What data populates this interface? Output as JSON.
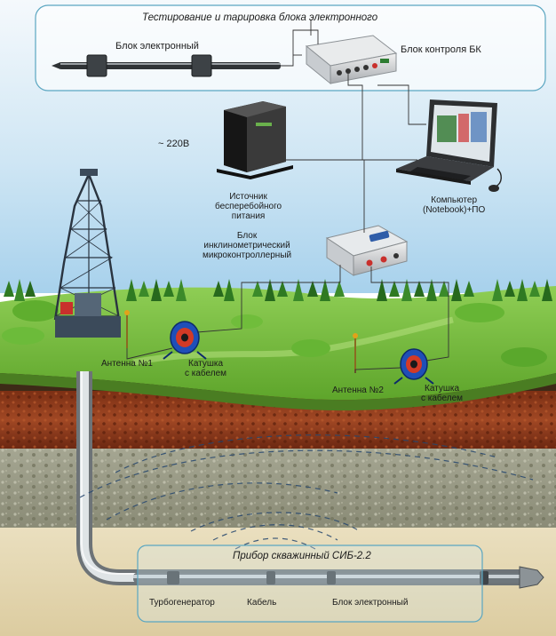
{
  "diagram": {
    "title_test": "Тестирование и тарировка блока электронного",
    "electronic_block": "Блок электронный",
    "bk_control_block": "Блок контроля БК",
    "voltage": "~ 220В",
    "ups_label": "Источник\nбесперебойного\nпитания",
    "computer_label": "Компьютер\n(Notebook)+ПО",
    "microcontroller_label": "Блок\nинклинометрический\nмикроконтроллерный",
    "antenna1": "Антенна №1",
    "coil1": "Катушка\nс кабелем",
    "antenna2": "Антенна №2",
    "coil2": "Катушка\nс кабелем",
    "downhole_title": "Прибор скважинный СИБ-2.2",
    "turbogenerator": "Турбогенератор",
    "cable": "Кабель",
    "electronic_block_downhole": "Блок электронный"
  },
  "colors": {
    "frame": "#6aaec4",
    "ground_green": "#78bd3e",
    "soil_red": "#8d3a1c",
    "gravel": "#9a9b87",
    "sand": "#e6d9b6",
    "coil_blue": "#1f4fb8",
    "cable_line": "#333333"
  },
  "icons": {
    "rig": "drilling-rig-icon",
    "ups": "ups-tower-icon",
    "laptop": "laptop-icon",
    "coil": "cable-reel-icon",
    "antenna": "antenna-rod-icon"
  }
}
